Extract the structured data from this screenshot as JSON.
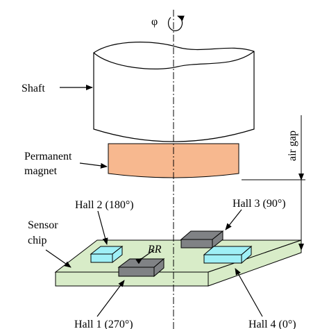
{
  "figure": {
    "labels": {
      "phi": "φ",
      "shaft": "Shaft",
      "permanent": "Permanent",
      "magnet": "magnet",
      "air_gap": "air gap",
      "sensor": "Sensor",
      "chip": "chip",
      "hall2": "Hall 2 (180°)",
      "hall3": "Hall 3 (90°)",
      "hall1": "Hall 1 (270°)",
      "hall4": "Hall 4 (0°)",
      "rr": "RR"
    },
    "colors": {
      "magnet": "#f7b88f",
      "chip": "#d8ecc8",
      "hall_cyan": "#9ff0f6",
      "hall_gray": "#808285",
      "shaft": "#ffffff"
    }
  }
}
